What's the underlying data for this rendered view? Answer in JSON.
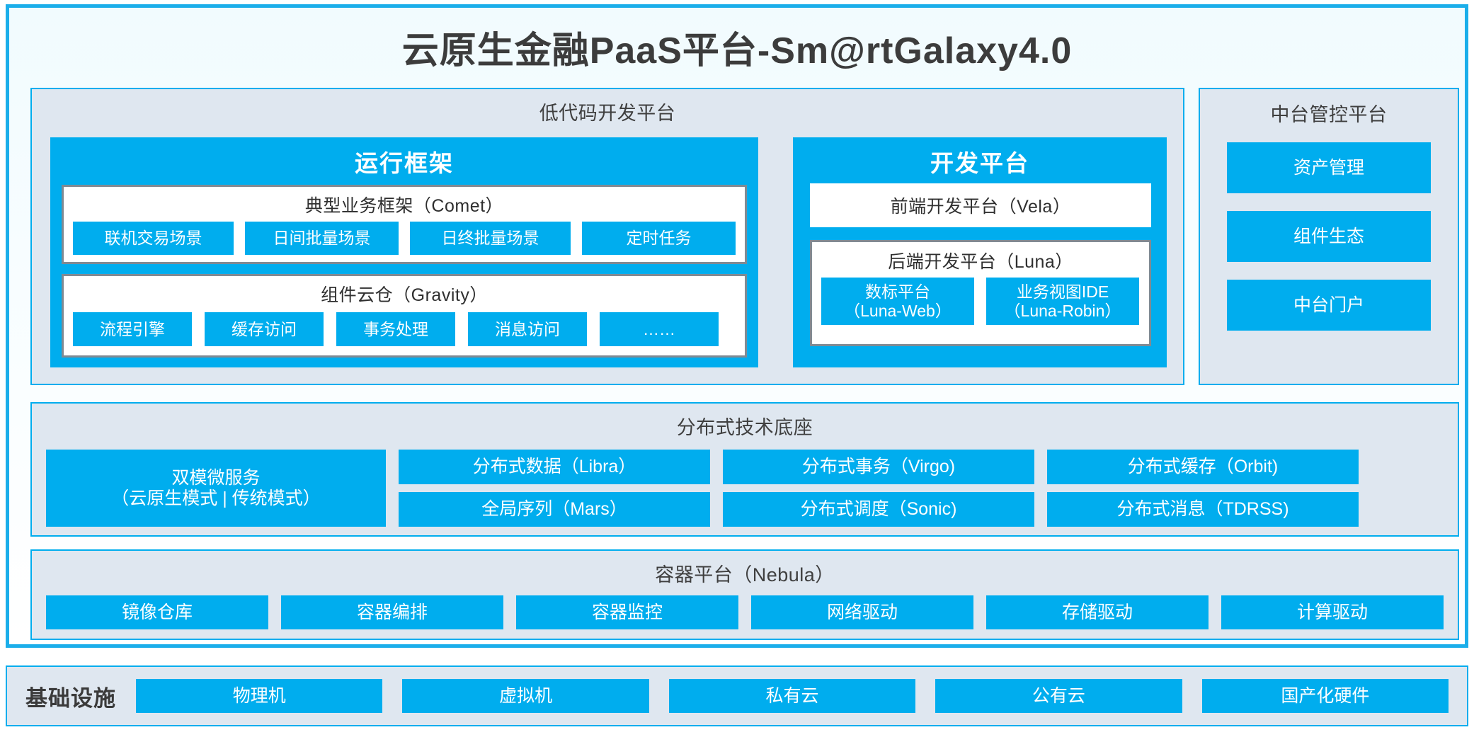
{
  "page": {
    "title": "云原生金融PaaS平台-Sm@rtGalaxy4.0",
    "accent_color": "#00ADEE",
    "panel_bg_color": "#DFE7F0",
    "frame_border_color": "#1BAEEA"
  },
  "lowcode": {
    "title": "低代码开发平台",
    "runtime": {
      "title": "运行框架",
      "comet": {
        "title": "典型业务框架（Comet）",
        "items": [
          {
            "label": "联机交易场景"
          },
          {
            "label": "日间批量场景"
          },
          {
            "label": "日终批量场景"
          },
          {
            "label": "定时任务"
          }
        ]
      },
      "gravity": {
        "title": "组件云仓（Gravity）",
        "items": [
          {
            "label": "流程引擎"
          },
          {
            "label": "缓存访问"
          },
          {
            "label": "事务处理"
          },
          {
            "label": "消息访问"
          },
          {
            "label": "……"
          }
        ]
      }
    },
    "dev": {
      "title": "开发平台",
      "vela": {
        "title": "前端开发平台（Vela）"
      },
      "luna": {
        "title": "后端开发平台（Luna）",
        "items": [
          {
            "label": "数标平台\n（Luna-Web）"
          },
          {
            "label": "业务视图IDE\n（Luna-Robin）"
          }
        ]
      }
    }
  },
  "midplatform": {
    "title": "中台管控平台",
    "items": [
      {
        "label": "资产管理"
      },
      {
        "label": "组件生态"
      },
      {
        "label": "中台门户"
      }
    ]
  },
  "foundation": {
    "title": "分布式技术底座",
    "microservice": {
      "label": "双模微服务\n（云原生模式 | 传统模式）"
    },
    "columns": [
      [
        {
          "label": "分布式数据（Libra）"
        },
        {
          "label": "全局序列（Mars）"
        }
      ],
      [
        {
          "label": "分布式事务（Virgo)"
        },
        {
          "label": "分布式调度（Sonic)"
        }
      ],
      [
        {
          "label": "分布式缓存（Orbit)"
        },
        {
          "label": "分布式消息（TDRSS)"
        }
      ]
    ]
  },
  "container": {
    "title": "容器平台（Nebula）",
    "items": [
      {
        "label": "镜像仓库"
      },
      {
        "label": "容器编排"
      },
      {
        "label": "容器监控"
      },
      {
        "label": "网络驱动"
      },
      {
        "label": "存储驱动"
      },
      {
        "label": "计算驱动"
      }
    ]
  },
  "infrastructure": {
    "label": "基础设施",
    "items": [
      {
        "label": "物理机"
      },
      {
        "label": "虚拟机"
      },
      {
        "label": "私有云"
      },
      {
        "label": "公有云"
      },
      {
        "label": "国产化硬件"
      }
    ]
  }
}
